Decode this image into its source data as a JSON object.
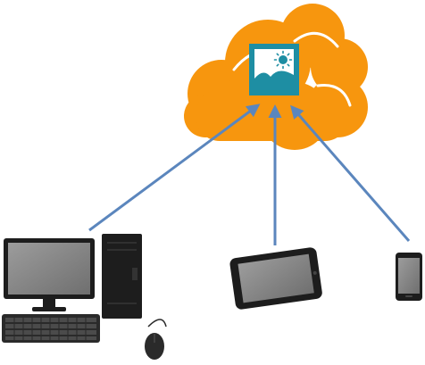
{
  "diagram": {
    "colors": {
      "cloud": "#f7960e",
      "cloud_inner": "#ffffff",
      "photo_frame": "#1e8ea3",
      "photo_sky": "#ffffff",
      "photo_mountain": "#1e8ea3",
      "sun": "#1e8ea3",
      "arrow": "#5b86bd",
      "device_body": "#1d1d1d",
      "device_screen": "#8a8a8a",
      "keyboard": "#2a2a2a"
    },
    "nodes": [
      {
        "id": "cloud",
        "icon": "cloud-icon"
      },
      {
        "id": "photo",
        "icon": "image-icon"
      },
      {
        "id": "desktop",
        "icon": "desktop-computer-icon"
      },
      {
        "id": "tablet",
        "icon": "tablet-icon"
      },
      {
        "id": "phone",
        "icon": "smartphone-icon"
      }
    ],
    "edges": [
      {
        "from": "desktop",
        "to": "photo"
      },
      {
        "from": "tablet",
        "to": "photo"
      },
      {
        "from": "phone",
        "to": "photo"
      }
    ]
  }
}
